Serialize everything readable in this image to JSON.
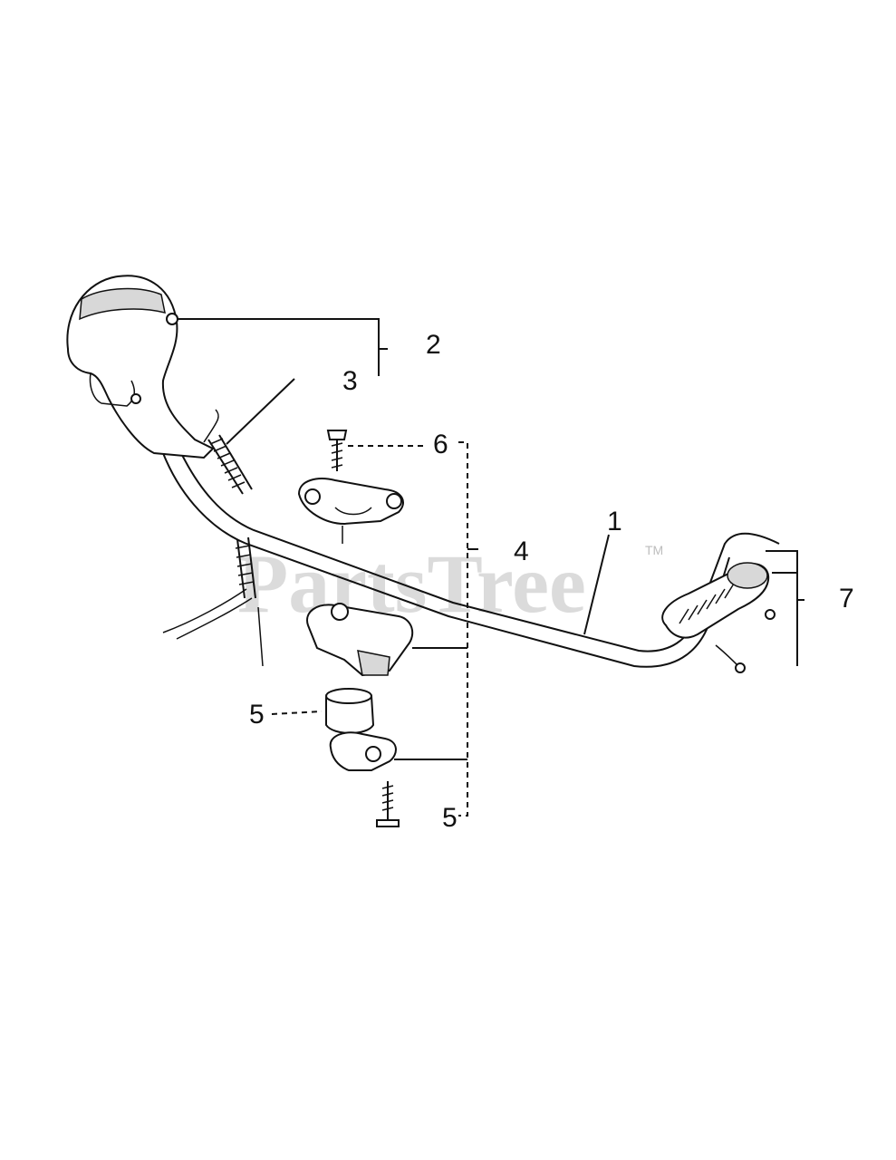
{
  "watermark": {
    "text": "PartsTree",
    "trademark": "TM"
  },
  "callouts": {
    "c1": "1",
    "c2": "2",
    "c3": "3",
    "c4": "4",
    "c5a": "5",
    "c5b": "5",
    "c6": "6",
    "c7": "7"
  }
}
